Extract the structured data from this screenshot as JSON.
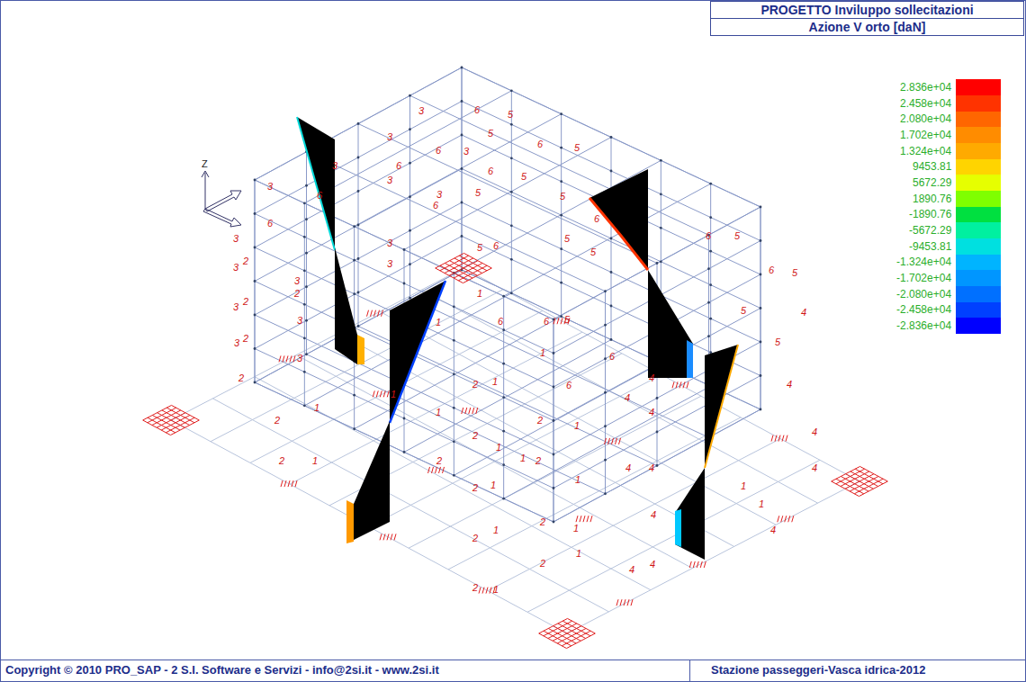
{
  "diagram": {
    "nodes": [
      {
        "text": [
          "PROGETTO  Inviluppo sollecitazioni"
        ]
      },
      {
        "text": [
          "Azione V orto [daN]"
        ]
      }
    ],
    "labels": [
      "Z",
      "3",
      "6",
      "3",
      "3",
      "6",
      "3",
      "6",
      "5",
      "6",
      "3",
      "5",
      "6",
      "5",
      "6",
      "5",
      "3",
      "3",
      "6",
      "5",
      "5",
      "3",
      "6",
      "3",
      "2",
      "3",
      "2",
      "3",
      "2",
      "3",
      "2",
      "3",
      "3",
      "2",
      "3",
      "3",
      "5",
      "6",
      "5",
      "1",
      "6",
      "1",
      "1",
      "6",
      "6",
      "5",
      "6",
      "2",
      "1",
      "1",
      "1",
      "2",
      "2",
      "1",
      "1",
      "2",
      "2",
      "1",
      "2",
      "1",
      "1",
      "2",
      "2",
      "1",
      "2",
      "1",
      "2",
      "1",
      "1",
      "2",
      "1",
      "2",
      "1",
      "4",
      "4",
      "4",
      "4",
      "4",
      "4",
      "4",
      "4",
      "6",
      "5",
      "6",
      "5",
      "5",
      "5",
      "4",
      "4",
      "4",
      "4",
      "1",
      "4",
      "1",
      "5",
      "6",
      "Copyright © 2010 PRO_SAP - 2 S.I. Software e Servizi - info@2si.it - www.2si.it",
      "Stazione passeggeri-Vasca idrica-2012"
    ],
    "legend": [
      {
        "text": "2.836e+04",
        "color": "#ff0000"
      },
      {
        "text": "2.458e+04",
        "color": "#ff3300"
      },
      {
        "text": "2.080e+04",
        "color": "#ff6600"
      },
      {
        "text": "1.702e+04",
        "color": "#ff8c00"
      },
      {
        "text": "1.324e+04",
        "color": "#ffaa00"
      },
      {
        "text": "9453.81",
        "color": "#ffd400"
      },
      {
        "text": "5672.29",
        "color": "#e6ff00"
      },
      {
        "text": "1890.76",
        "color": "#7fff00"
      },
      {
        "text": "-1890.76",
        "color": "#00e040"
      },
      {
        "text": "-5672.29",
        "color": "#00f0a0"
      },
      {
        "text": "-9453.81",
        "color": "#00e0e0"
      },
      {
        "text": "-1.324e+04",
        "color": "#00b4ff"
      },
      {
        "text": "-1.702e+04",
        "color": "#0096ff"
      },
      {
        "text": "-2.080e+04",
        "color": "#0070ff"
      },
      {
        "text": "-2.458e+04",
        "color": "#0040ff"
      },
      {
        "text": "-2.836e+04",
        "color": "#0000ff"
      }
    ]
  }
}
